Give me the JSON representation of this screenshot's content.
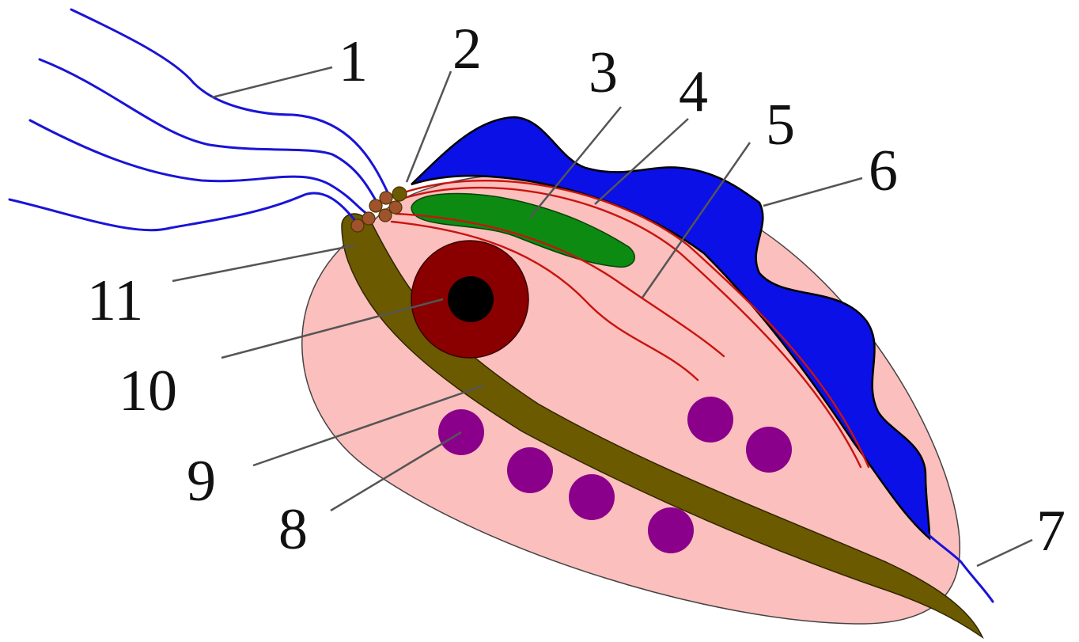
{
  "diagram": {
    "labels": [
      {
        "id": "1",
        "text": "1"
      },
      {
        "id": "2",
        "text": "2"
      },
      {
        "id": "3",
        "text": "3"
      },
      {
        "id": "4",
        "text": "4"
      },
      {
        "id": "5",
        "text": "5"
      },
      {
        "id": "6",
        "text": "6"
      },
      {
        "id": "7",
        "text": "7"
      },
      {
        "id": "8",
        "text": "8"
      },
      {
        "id": "9",
        "text": "9"
      },
      {
        "id": "10",
        "text": "10"
      },
      {
        "id": "11",
        "text": "11"
      }
    ],
    "colors": {
      "body": "#fbbfbd",
      "undulating_membrane": "#0a10e6",
      "costa": "#6b5a00",
      "parabasal_body": "#0d8a12",
      "nucleus": "#8a0000",
      "nucleolus": "#000000",
      "flagella": "#1a14d6",
      "filaments": "#c8140f",
      "vacuoles": "#8a008a"
    }
  }
}
